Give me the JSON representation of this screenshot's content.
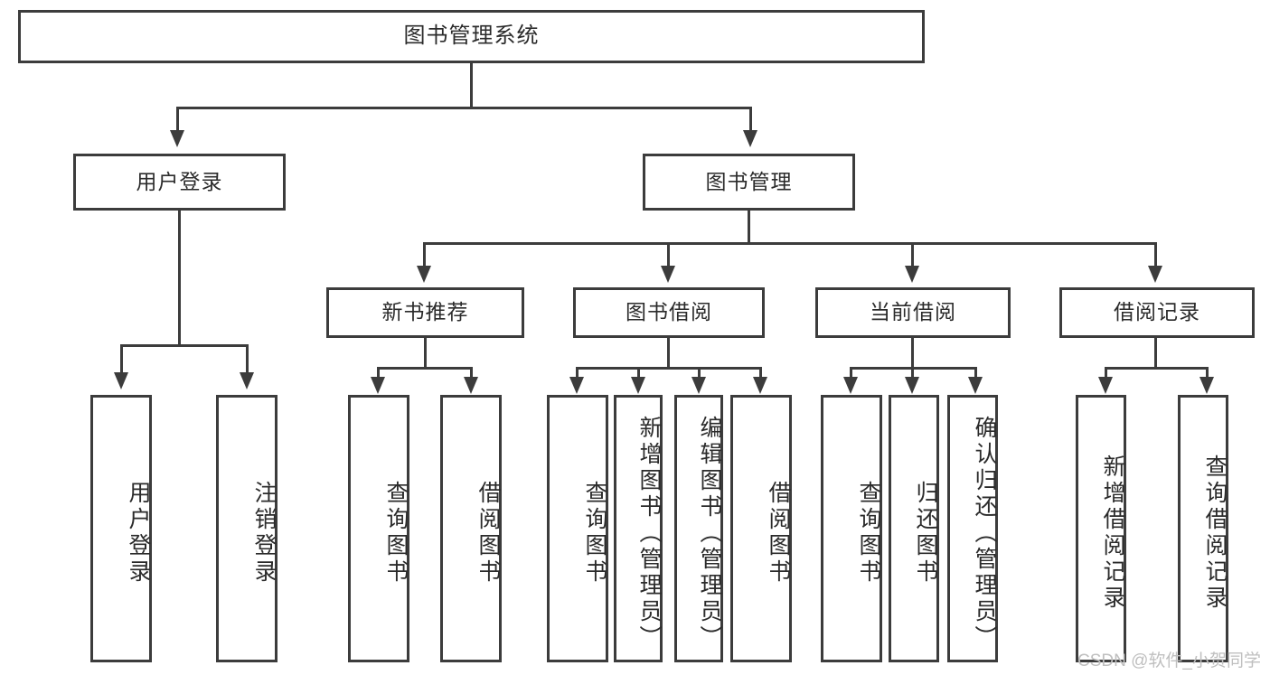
{
  "diagram": {
    "title": "图书管理系统",
    "type": "tree",
    "background_color": "#ffffff",
    "line_color": "#3c3c3c",
    "text_color": "#2b2b2b",
    "nodes": {
      "root": {
        "label": "图书管理系统"
      },
      "level2": [
        {
          "label": "用户登录"
        },
        {
          "label": "图书管理"
        }
      ],
      "level3": [
        {
          "label": "新书推荐"
        },
        {
          "label": "图书借阅"
        },
        {
          "label": "当前借阅"
        },
        {
          "label": "借阅记录"
        }
      ],
      "leaves": {
        "user_login": [
          {
            "label": "用户登录"
          },
          {
            "label": "注销登录"
          }
        ],
        "new_book_recommend": [
          {
            "label": "查询图书"
          },
          {
            "label": "借阅图书"
          }
        ],
        "book_borrow": [
          {
            "label": "查询图书"
          },
          {
            "label": "新增图书（管理员）"
          },
          {
            "label": "编辑图书（管理员）"
          },
          {
            "label": "借阅图书"
          }
        ],
        "current_borrow": [
          {
            "label": "查询图书"
          },
          {
            "label": "归还图书"
          },
          {
            "label": "确认归还（管理员）"
          }
        ],
        "borrow_record": [
          {
            "label": "新增借阅记录"
          },
          {
            "label": "查询借阅记录"
          }
        ]
      }
    }
  },
  "watermark": {
    "text": "CSDN @软件_小贺同学"
  }
}
